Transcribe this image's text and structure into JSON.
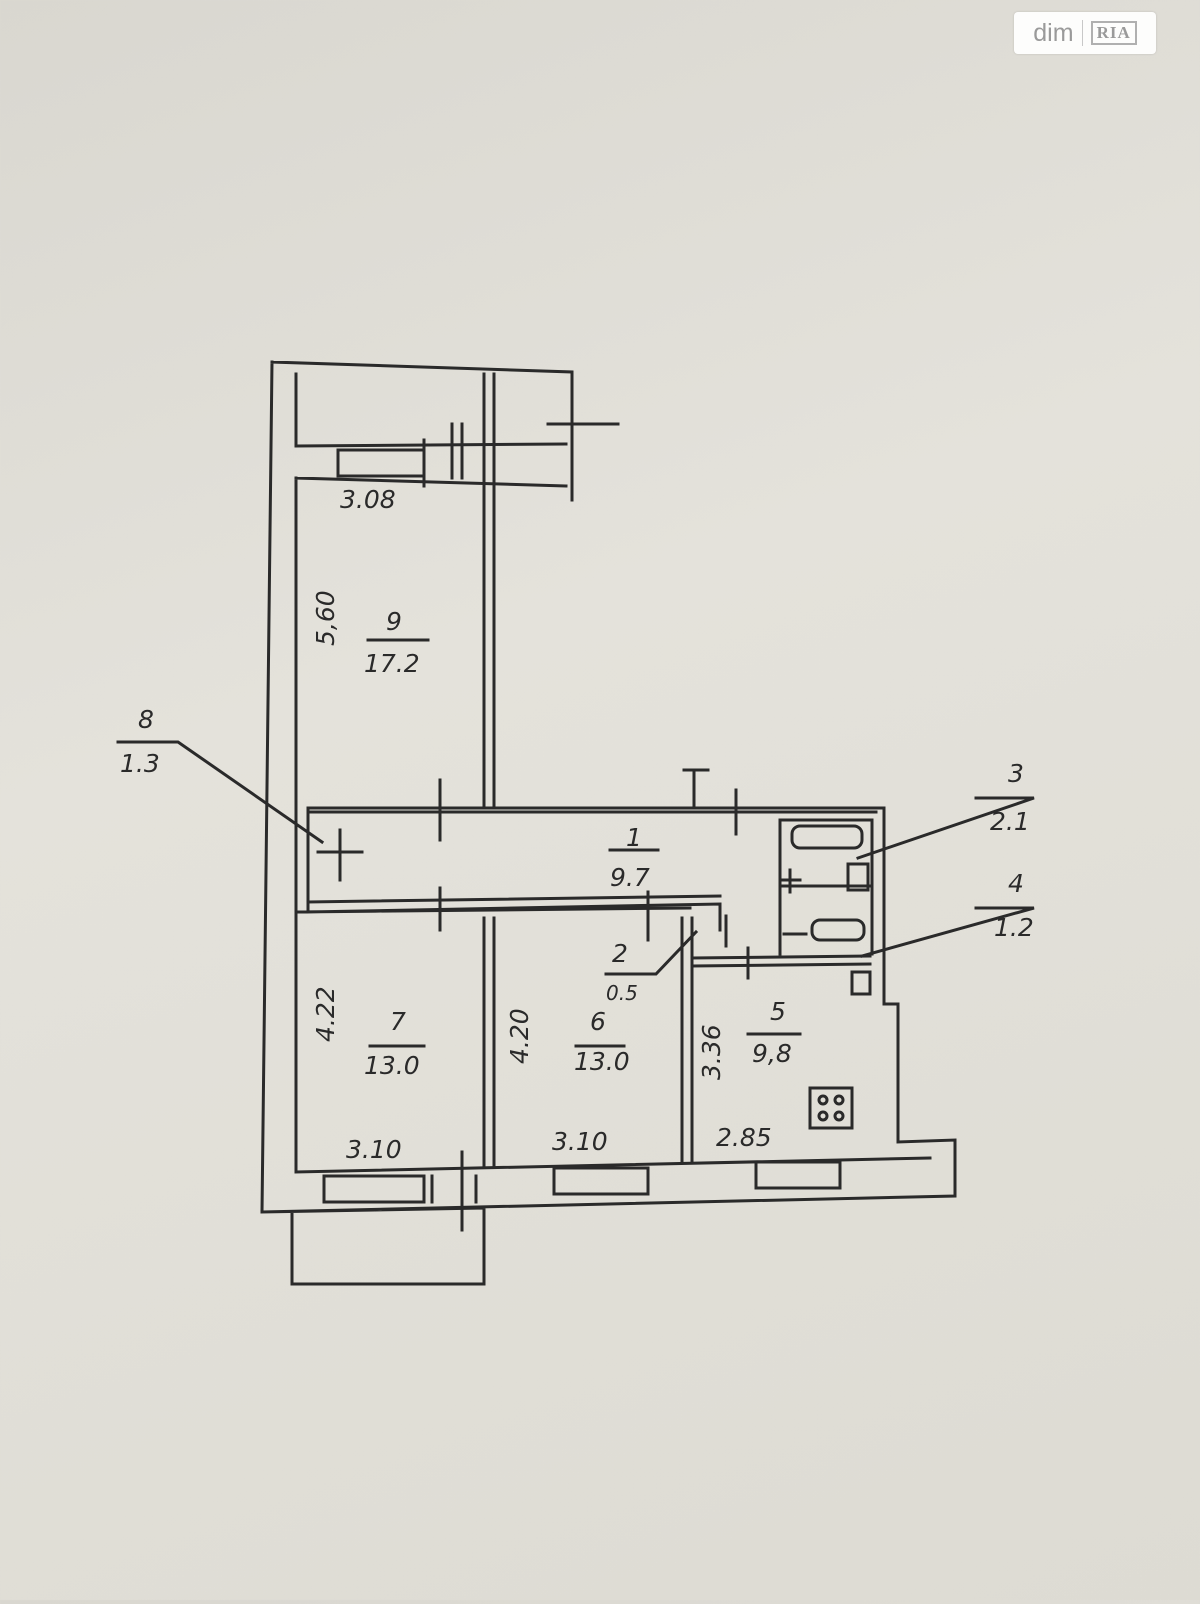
{
  "watermark": {
    "brand": "dim",
    "badge": "RIA"
  },
  "rooms": [
    {
      "id": "1",
      "area": "9.7"
    },
    {
      "id": "2",
      "area": "0.5"
    },
    {
      "id": "3",
      "area": "2.1"
    },
    {
      "id": "4",
      "area": "1.2"
    },
    {
      "id": "5",
      "area": "9,8"
    },
    {
      "id": "6",
      "area": "13.0"
    },
    {
      "id": "7",
      "area": "13.0"
    },
    {
      "id": "8",
      "area": "1.3"
    },
    {
      "id": "9",
      "area": "17.2"
    }
  ],
  "dimensions": {
    "room9_width": "3.08",
    "room9_length": "5,60",
    "room7_length": "4.22",
    "room6_length": "4.20",
    "room5_length": "3.36",
    "room7_width": "3.10",
    "room6_width": "3.10",
    "room5_width": "2.85"
  },
  "colors": {
    "ink": "#2a2a2a",
    "paper": "#e2e0d9"
  }
}
